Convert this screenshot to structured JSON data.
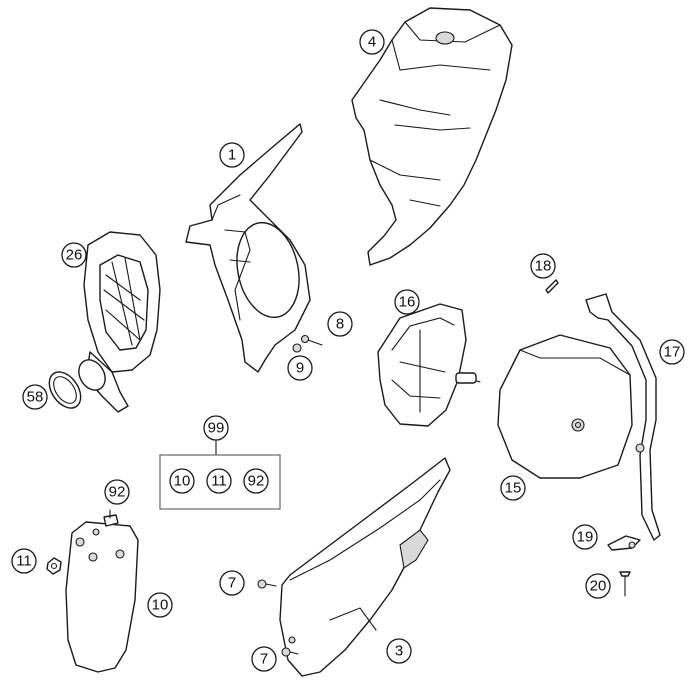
{
  "diagram": {
    "callouts": {
      "c1": "1",
      "c3": "3",
      "c4": "4",
      "c7a": "7",
      "c7b": "7",
      "c8": "8",
      "c9": "9",
      "c10": "10",
      "c11": "11",
      "c15": "15",
      "c16": "16",
      "c17": "17",
      "c18": "18",
      "c19": "19",
      "c20": "20",
      "c26": "26",
      "c58": "58",
      "c92": "92",
      "c99": "99"
    },
    "kit": {
      "items": [
        "10",
        "11",
        "92"
      ]
    },
    "colors": {
      "line": "#1a1a1a",
      "part_fill": "#ffffff",
      "shade": "#d9d9d9"
    }
  }
}
